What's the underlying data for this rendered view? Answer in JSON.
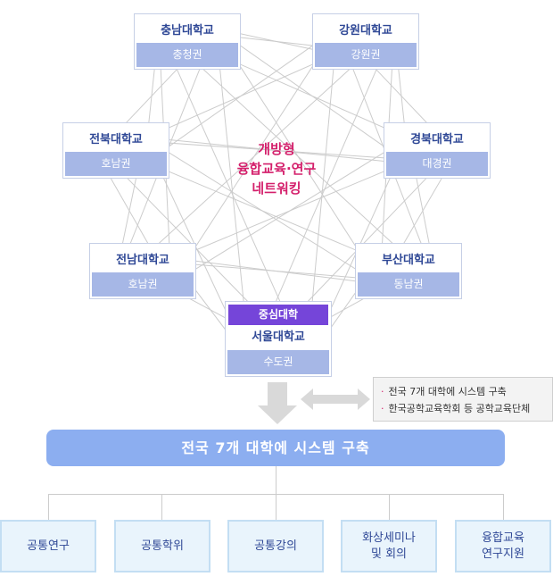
{
  "network": {
    "center_lines": [
      "개방형",
      "융합교육·연구",
      "네트워킹"
    ],
    "universities": [
      {
        "id": "chungnam",
        "name": "충남대학교",
        "region": "충청권"
      },
      {
        "id": "gangwon",
        "name": "강원대학교",
        "region": "강원권"
      },
      {
        "id": "jeonbuk",
        "name": "전북대학교",
        "region": "호남권"
      },
      {
        "id": "gyeongbuk",
        "name": "경북대학교",
        "region": "대경권"
      },
      {
        "id": "jeonnam",
        "name": "전남대학교",
        "region": "호남권"
      },
      {
        "id": "busan",
        "name": "부산대학교",
        "region": "동남권"
      },
      {
        "id": "seoul",
        "tag": "중심대학",
        "name": "서울대학교",
        "region": "수도권"
      }
    ]
  },
  "info": {
    "bullet": "·",
    "items": [
      "전국 7개 대학에 시스템 구축",
      "한국공학교육학회 등 공학교육단체"
    ]
  },
  "main_bar": {
    "label": "전국 7개 대학에 시스템 구축"
  },
  "outputs": [
    {
      "label": "공통연구"
    },
    {
      "label": "공통학위"
    },
    {
      "label": "공통강의"
    },
    {
      "label": "화상세미나\n및 회의"
    },
    {
      "label": "융합교육\n연구지원"
    }
  ],
  "colors": {
    "university_name": "#2f4896",
    "region_fill": "#a6b7e6",
    "center_tag_fill": "#7545d9",
    "center_text": "#d41f6b",
    "main_bar_fill": "#8caef0",
    "output_fill": "#e9f4fc",
    "output_border": "#c3def3",
    "connector": "#cccccc"
  }
}
